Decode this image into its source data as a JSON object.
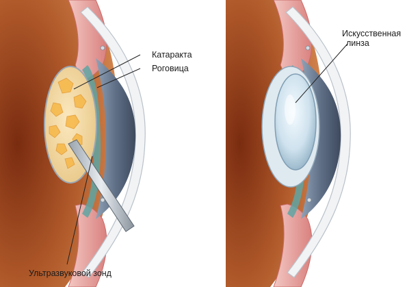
{
  "labels": {
    "cataract": "Катаракта",
    "cornea": "Роговица",
    "probe": "Ультразвуковой зонд",
    "artificial_lens_line1": "Искусственная",
    "artificial_lens_line2": "линза"
  },
  "colors": {
    "iris_brown": "#9a4a22",
    "sclera_pink": "#e8a6a2",
    "cornea_blue": "#5f6f86",
    "cataract_yellow": "#f3d79a",
    "implant_blue": "#d6e6f2"
  }
}
